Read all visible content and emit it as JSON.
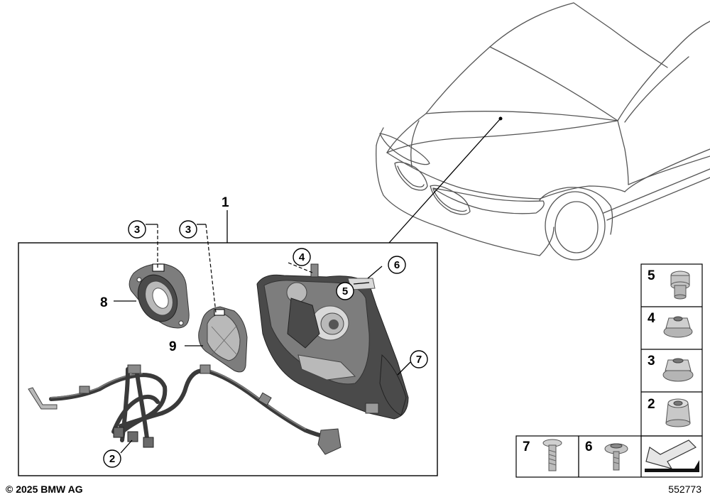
{
  "footer": {
    "copyright": "© 2025 BMW AG",
    "diagram_number": "552773"
  },
  "assembly_label": "1",
  "callouts": {
    "c2": "2",
    "c3a": "3",
    "c3b": "3",
    "c4": "4",
    "c5": "5",
    "c6": "6",
    "c7": "7",
    "c8": "8",
    "c9": "9"
  },
  "legend": {
    "items": [
      "5",
      "4",
      "3",
      "2",
      "7",
      "6"
    ]
  }
}
